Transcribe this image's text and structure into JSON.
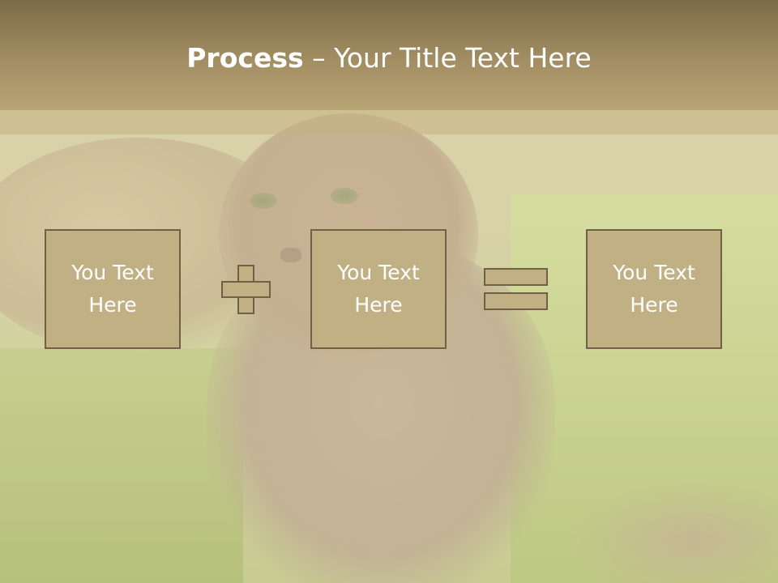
{
  "slide": {
    "title_bold": "Process",
    "title_rest": " – Your Title Text Here"
  },
  "process": {
    "boxes": [
      {
        "line1": "You Text",
        "line2": "Here"
      },
      {
        "line1": "You Text",
        "line2": "Here"
      },
      {
        "line1": "You Text",
        "line2": "Here"
      }
    ],
    "operators": [
      "plus-icon",
      "equals-icon"
    ]
  },
  "colors": {
    "header": "#a28e62",
    "box_fill": "#c2b085",
    "box_border": "#6f6046",
    "text": "#ffffff"
  }
}
